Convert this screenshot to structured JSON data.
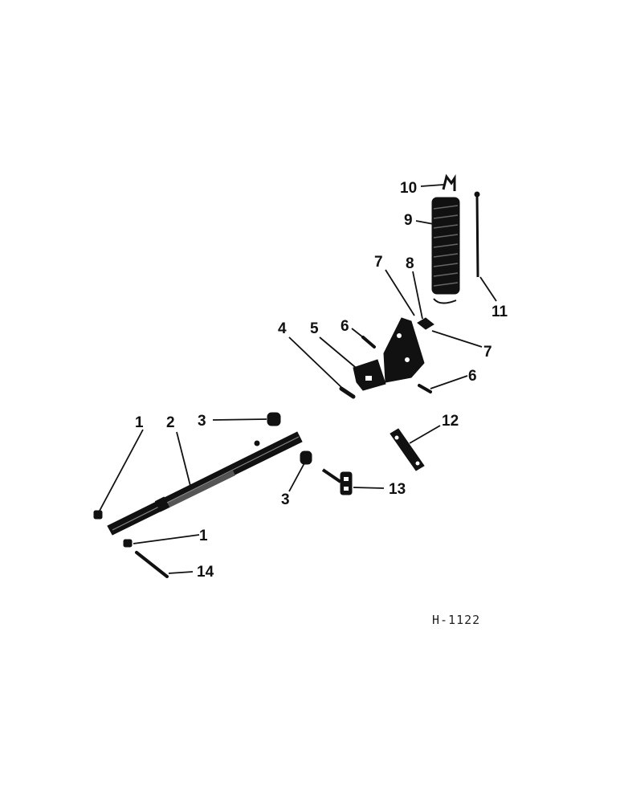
{
  "figure_id": "H-1122",
  "callouts": {
    "c1a": "1",
    "c1b": "1",
    "c2": "2",
    "c3a": "3",
    "c3b": "3",
    "c4": "4",
    "c5": "5",
    "c6a": "6",
    "c6b": "6",
    "c7a": "7",
    "c7b": "7",
    "c8": "8",
    "c9": "9",
    "c10": "10",
    "c11": "11",
    "c12": "12",
    "c13": "13",
    "c14": "14"
  },
  "colors": {
    "ink": "#111111",
    "background": "#ffffff"
  }
}
